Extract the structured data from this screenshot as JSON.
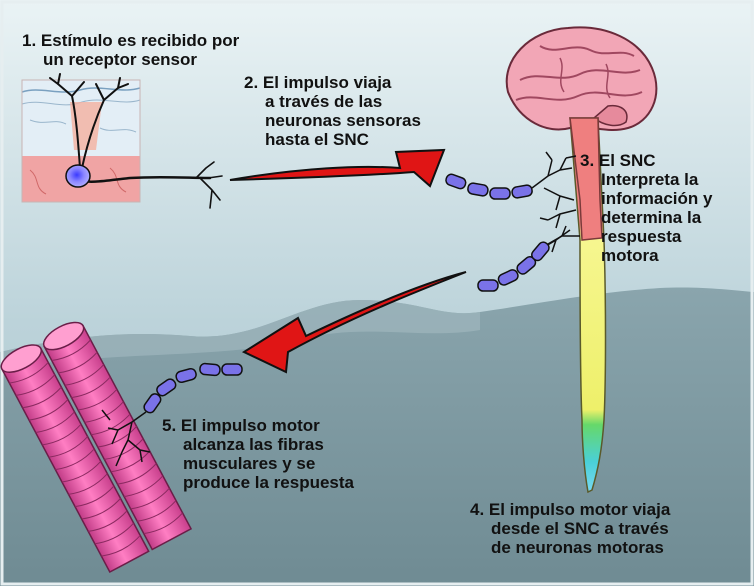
{
  "steps": [
    {
      "lines": [
        "1. Estímulo es recibido por",
        "un receptor sensor"
      ]
    },
    {
      "lines": [
        "2. El impulso viaja",
        "a través de las",
        "neuronas sensoras",
        "hasta el SNC"
      ]
    },
    {
      "lines": [
        "3. El SNC",
        "Interpreta la",
        "información y",
        "determina la",
        "respuesta",
        "motora"
      ]
    },
    {
      "lines": [
        "4. El impulso motor viaja",
        "desde el SNC a través",
        "de neuronas motoras"
      ]
    },
    {
      "lines": [
        "5. El impulso motor",
        "alcanza las fibras",
        "musculares y se",
        "produce la respuesta"
      ]
    }
  ],
  "colors": {
    "background_top": "#c8dde3",
    "background_bottom": "#7f9ba3",
    "arrow": "#e01515",
    "brain": "#ef9aab",
    "spinal_cord": "#f2f28a",
    "myelin": "#7a72e8",
    "muscle": "#f06ab0"
  }
}
